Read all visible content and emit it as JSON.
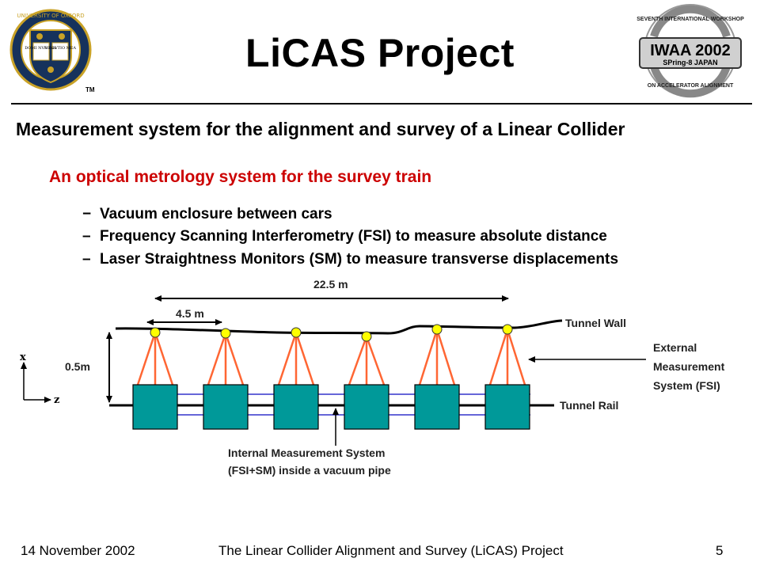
{
  "title": "LiCAS Project",
  "subtitle": "Measurement system for the alignment and survey of a Linear Collider",
  "heading": "An optical metrology system for the survey train",
  "bullets": [
    {
      "dash": "−",
      "text": "Vacuum enclosure between cars"
    },
    {
      "dash": "–",
      "text": "Frequency Scanning Interferometry (FSI) to measure absolute distance"
    },
    {
      "dash": "–",
      "text": "Laser Straightness Monitors (SM) to measure transverse displacements"
    }
  ],
  "logos": {
    "oxford": {
      "ring_text": "UNIVERSITY OF OXFORD",
      "book_left": "DOMI NVS ILLV",
      "book_right": "MINA TIO MEA",
      "tm": "TM"
    },
    "iwaa": {
      "main": "IWAA 2002",
      "sub": "SPring-8 JAPAN",
      "arc_top": "SEVENTH INTERNATIONAL WORKSHOP",
      "arc_bottom": "ON ACCELERATOR ALIGNMENT"
    }
  },
  "diagram": {
    "labels": {
      "span_total": "22.5 m",
      "span_car": "4.5 m",
      "height": "0.5m",
      "tunnel_wall": "Tunnel Wall",
      "tunnel_rail": "Tunnel Rail",
      "external_line1": "External",
      "external_line2": "Measurement",
      "external_line3": "System (FSI)",
      "internal_line1": "Internal Measurement System",
      "internal_line2": "(FSI+SM) inside a vacuum pipe",
      "axis_x": "x",
      "axis_z": "z"
    },
    "colors": {
      "car": "#009999",
      "line": "#ff6633",
      "marker": "#ffff00",
      "pipe": "#3333cc"
    }
  },
  "footer": {
    "date": "14 November 2002",
    "title": "The Linear Collider Alignment and Survey (LiCAS)  Project",
    "page": "5"
  }
}
